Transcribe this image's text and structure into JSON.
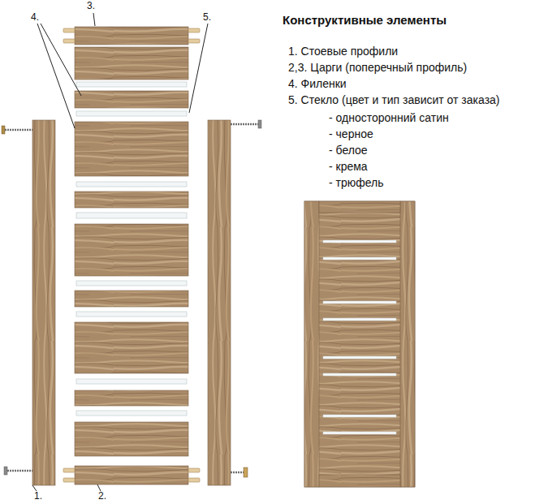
{
  "diagram": {
    "title": "Конструктивные элементы",
    "labels": [
      "1. Стоевые профили",
      "2,3. Царги (поперечный профиль)",
      "4. Филенки",
      "5. Стекло (цвет и тип зависит от заказа)",
      "- односторонний сатин",
      "- черное",
      "- белое",
      "- крема",
      "- трюфель",
      "3.",
      "4.",
      "5.",
      "1.",
      "2."
    ]
  }
}
